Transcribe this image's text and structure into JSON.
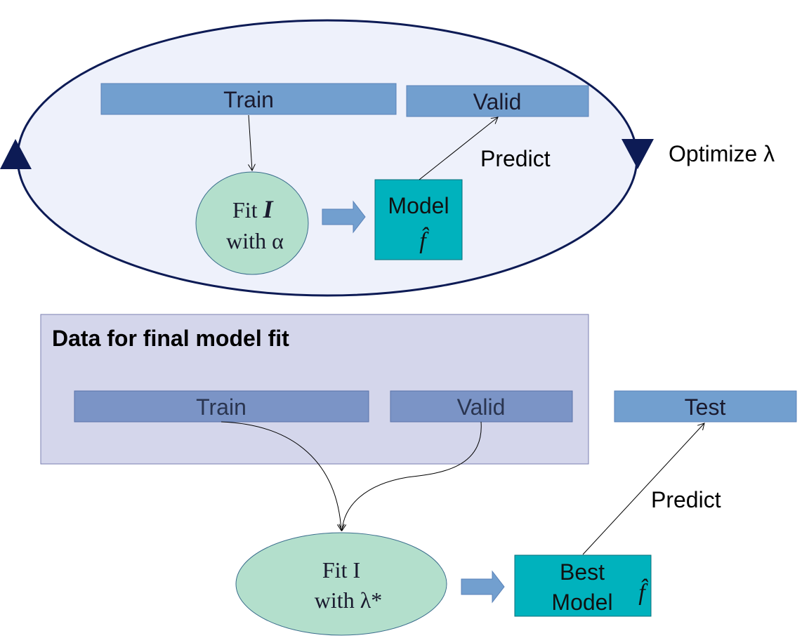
{
  "loop": {
    "train_label": "Train",
    "valid_label": "Valid",
    "fit_prefix": "Fit",
    "fit_symbol": "I",
    "fit_with": "with α",
    "model_label": "Model",
    "model_symbol": "f̂",
    "predict_label": "Predict",
    "optimize_label": "Optimize λ"
  },
  "final": {
    "panel_title": "Data for final model fit",
    "train_label": "Train",
    "valid_label": "Valid",
    "test_label": "Test",
    "fit_line1": "Fit I",
    "fit_line2": "with λ*",
    "best_model_line1": "Best",
    "best_model_line2": "Model",
    "best_model_symbol": "f̂",
    "predict_label": "Predict"
  },
  "colors": {
    "box_blue": "#729fcf",
    "box_blue_dark": "#7b94c6",
    "teal": "#00b2bd",
    "mint": "#b3dfcc",
    "loop_fill": "#eef1fb",
    "loop_stroke": "#0d1b55",
    "panel_fill": "#d4d6eb",
    "arrow_blue": "#729fcf"
  }
}
